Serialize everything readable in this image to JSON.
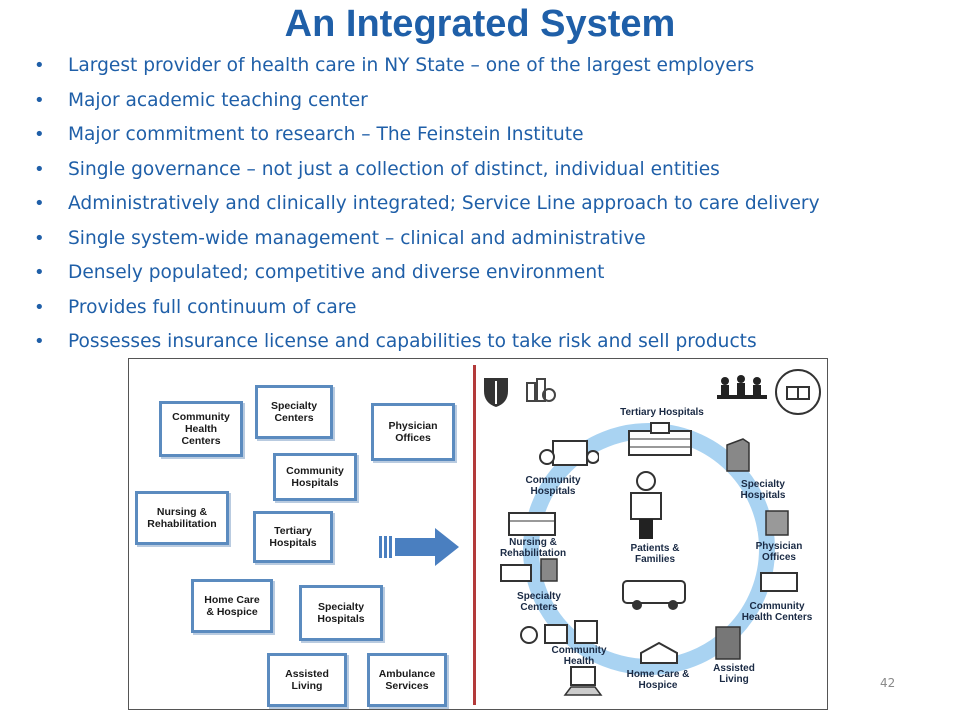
{
  "slide": {
    "title": "An Integrated System",
    "bullets": [
      "Largest provider of health care in NY State – one of the largest employers",
      "Major academic teaching center",
      "Major commitment to research – The Feinstein Institute",
      "Single governance – not just a collection of distinct, individual entities",
      "Administratively and clinically integrated; Service Line approach to care delivery",
      "Single system-wide management – clinical and administrative",
      "Densely populated; competitive and diverse environment",
      "Provides full continuum of care",
      "Possesses insurance license and capabilities to take risk and sell products"
    ],
    "page_number": "42"
  },
  "diagram": {
    "left_boxes": {
      "community_health_centers": "Community\nHealth\nCenters",
      "specialty_centers": "Specialty\nCenters",
      "physician_offices": "Physician\nOffices",
      "community_hospitals": "Community\nHospitals",
      "nursing_rehab": "Nursing &\nRehabilitation",
      "tertiary_hospitals": "Tertiary\nHospitals",
      "home_care": "Home Care\n& Hospice",
      "specialty_hospitals": "Specialty\nHospitals",
      "assisted_living": "Assisted\nLiving",
      "ambulance_services": "Ambulance\nServices"
    },
    "right_labels": {
      "tertiary_hospitals": "Tertiary Hospitals",
      "specialty_hospitals": "Specialty\nHospitals",
      "physician_offices": "Physician\nOffices",
      "community_health_centers": "Community\nHealth Centers",
      "assisted_living": "Assisted\nLiving",
      "home_care": "Home Care &\nHospice",
      "community_health": "Community\nHealth",
      "specialty_centers": "Specialty\nCenters",
      "nursing_rehab": "Nursing &\nRehabilitation",
      "community_hospitals": "Community\nHospitals",
      "patients_families": "Patients &\nFamilies"
    },
    "colors": {
      "title_blue": "#1f5fa8",
      "box_border": "#5b8bbf",
      "arrow_blue": "#4a7fc0",
      "divider_red": "#b33a3a",
      "ring_blue": "#a9d3f2"
    }
  }
}
